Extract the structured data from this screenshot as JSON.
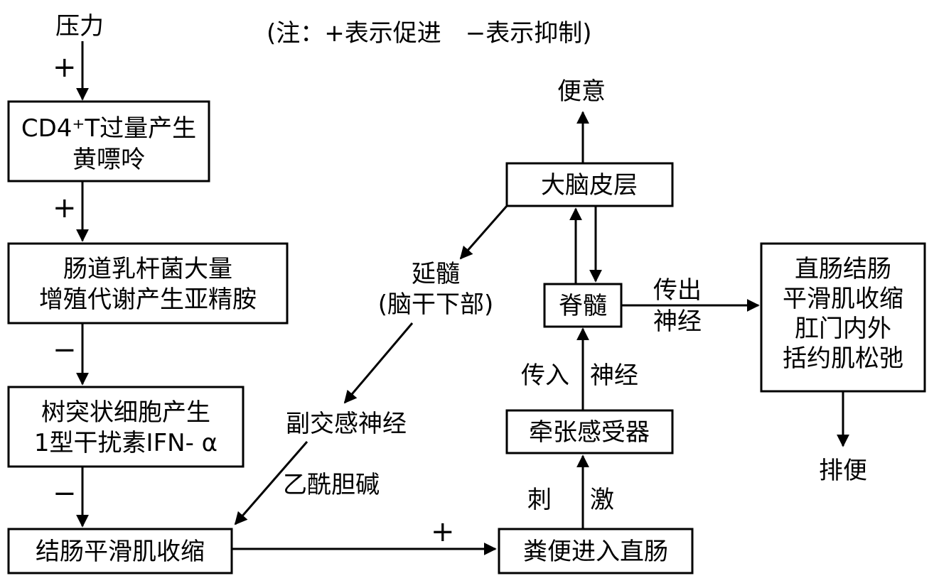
{
  "note": "(注：+表示促进　−表示抑制)",
  "labels": {
    "stress": "压力",
    "urge": "便意",
    "medulla_1": "延髓",
    "medulla_2": "(脑干下部)",
    "parasympathetic": "副交感神经",
    "acetylcholine": "乙酰胆碱",
    "efferent_1": "传出",
    "efferent_2": "神经",
    "afferent_1": "传入",
    "afferent_2": "神经",
    "stimulus_1": "刺",
    "stimulus_2": "激",
    "defecation": "排便"
  },
  "boxes": {
    "cd4": [
      "CD4⁺T过量产生",
      "黄嘌呤"
    ],
    "lactobacillus": [
      "肠道乳杆菌大量",
      "增殖代谢产生亚精胺"
    ],
    "dendritic": [
      "树突状细胞产生",
      "1型干扰素IFN- α"
    ],
    "colon": [
      "结肠平滑肌收缩"
    ],
    "cortex": [
      "大脑皮层"
    ],
    "spinal": [
      "脊髓"
    ],
    "stretch": [
      "牵张感受器"
    ],
    "feces": [
      "粪便进入直肠"
    ],
    "rectum": [
      "直肠结肠",
      "平滑肌收缩",
      "肛门内外",
      "括约肌松弛"
    ]
  },
  "signs": {
    "stress_to_cd4": "+",
    "cd4_to_lacto": "+",
    "lacto_to_dendritic": "−",
    "dendritic_to_colon": "−",
    "colon_to_feces": "+"
  },
  "colors": {
    "stroke": "#000000",
    "fill": "#ffffff"
  }
}
